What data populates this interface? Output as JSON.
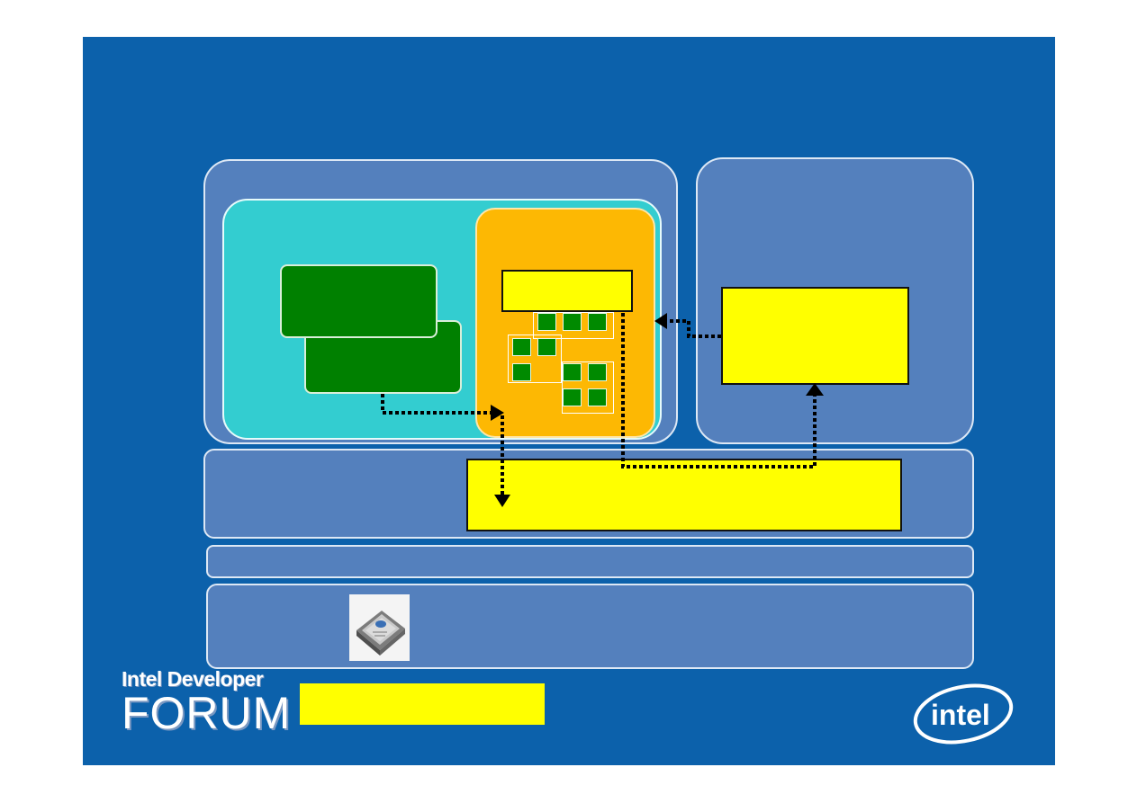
{
  "branding": {
    "event_logo_line1": "Intel Developer",
    "event_logo_line2": "FORUM",
    "company_logo": "intel"
  },
  "icons": {
    "event_logo": "intel-developer-forum-logo",
    "company_logo": "intel-logo-icon",
    "processor_image": "processor-chip-icon",
    "arrow": "arrow-head-icon"
  },
  "colors": {
    "slide_background": "#0c61ab",
    "panel": "#5480bd",
    "inner_region": "#33cdd0",
    "orange_region": "#fdb803",
    "green_boxes": "#008000",
    "highlight_boxes": "#ffff00",
    "arrows": "#000000"
  }
}
